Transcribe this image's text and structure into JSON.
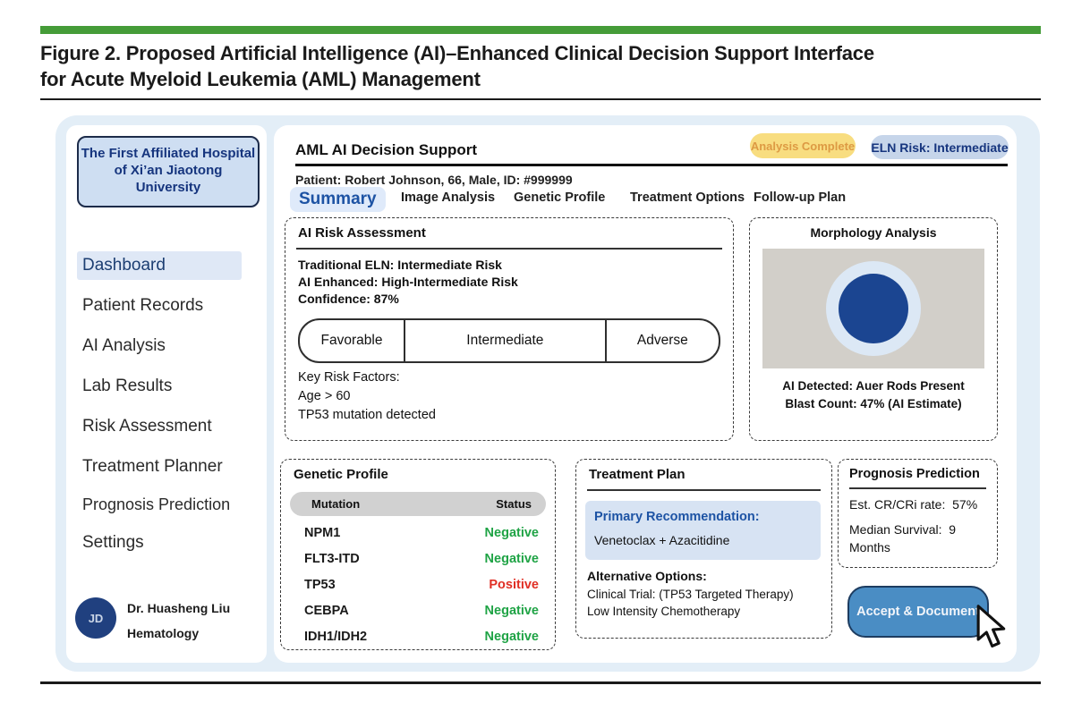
{
  "figure": {
    "caption_line1": "Figure 2. Proposed Artificial Intelligence (AI)–Enhanced Clinical Decision Support Interface",
    "caption_line2": "for Acute Myeloid Leukemia (AML) Management"
  },
  "colors": {
    "figure_bar_green": "#459c38",
    "brand_navy": "#16357e",
    "accent_blue": "#1d53a4",
    "status_negative_green": "#1fa345",
    "status_positive_red": "#e02f24",
    "warning_badge_bg": "#f8dd80",
    "warning_badge_text": "#dd9a43",
    "button_blue": "#4a8dc4"
  },
  "sidebar": {
    "hospital": "The First Affiliated Hospital of Xi’an Jiaotong University",
    "items": [
      {
        "label": "Dashboard"
      },
      {
        "label": "Patient Records"
      },
      {
        "label": "AI Analysis"
      },
      {
        "label": "Lab Results"
      },
      {
        "label": "Risk Assessment"
      },
      {
        "label": "Treatment Planner"
      },
      {
        "label": "Prognosis Prediction"
      },
      {
        "label": "Settings"
      }
    ],
    "doctor": {
      "initials": "JD",
      "name": "Dr. Huasheng Liu",
      "department": "Hematology"
    }
  },
  "header": {
    "title": "AML AI Decision Support",
    "patient_line": "Patient: Robert Johnson, 66, Male, ID: #999999",
    "status_badge": "Analysis Complete",
    "risk_badge": "ELN Risk: Intermediate"
  },
  "tabs": [
    {
      "label": "Summary"
    },
    {
      "label": "Image Analysis"
    },
    {
      "label": "Genetic Profile"
    },
    {
      "label": "Treatment Options"
    },
    {
      "label": "Follow-up Plan"
    }
  ],
  "risk_assessment": {
    "title": "AI Risk Assessment",
    "lines": [
      "Traditional ELN: Intermediate Risk",
      "AI Enhanced: High-Intermediate Risk",
      "Confidence: 87%"
    ],
    "scale": [
      "Favorable",
      "Intermediate",
      "Adverse"
    ],
    "factors_label": "Key Risk Factors:",
    "factors": [
      "Age > 60",
      "TP53 mutation detected"
    ]
  },
  "morphology": {
    "title": "Morphology Analysis",
    "detected": "AI Detected: Auer Rods Present",
    "blast": "Blast Count: 47% (AI Estimate)"
  },
  "genetic_profile": {
    "title": "Genetic Profile",
    "columns": [
      "Mutation",
      "Status"
    ],
    "rows": [
      {
        "mutation": "NPM1",
        "status": "Negative"
      },
      {
        "mutation": "FLT3-ITD",
        "status": "Negative"
      },
      {
        "mutation": "TP53",
        "status": "Positive"
      },
      {
        "mutation": "CEBPA",
        "status": "Negative"
      },
      {
        "mutation": "IDH1/IDH2",
        "status": "Negative"
      }
    ]
  },
  "treatment_plan": {
    "title": "Treatment Plan",
    "primary_label": "Primary Recommendation:",
    "primary_value": "Venetoclax + Azacitidine",
    "alternatives_label": "Alternative Options:",
    "alternatives": [
      "Clinical Trial: (TP53 Targeted Therapy)",
      "Low Intensity Chemotherapy"
    ]
  },
  "prognosis": {
    "title": "Prognosis Prediction",
    "cr_rate": "Est. CR/CRi rate:  57%",
    "median_survival": "Median Survival:  9 Months"
  },
  "action": {
    "accept_button": "Accept & Document"
  }
}
